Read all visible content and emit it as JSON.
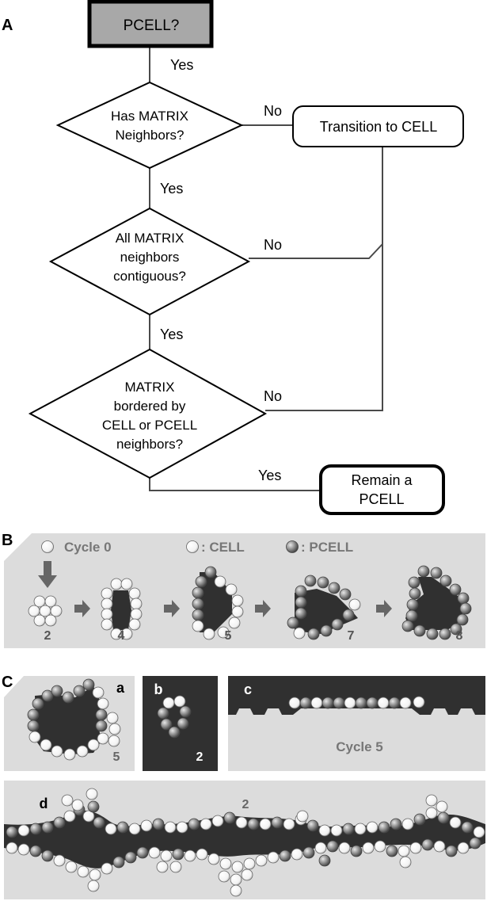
{
  "panel_labels": {
    "A": "A",
    "B": "B",
    "C": "C",
    "a": "a",
    "b": "b",
    "c": "c",
    "d": "d"
  },
  "flowchart": {
    "start": "PCELL?",
    "q1": [
      "Has MATRIX",
      "Neighbors?"
    ],
    "q2": [
      "All MATRIX",
      "neighbors",
      "contiguous?"
    ],
    "q3": [
      "MATRIX",
      "bordered by",
      "CELL or PCELL",
      "neighbors?"
    ],
    "transition": "Transition to CELL",
    "remain": [
      "Remain a",
      "PCELL"
    ],
    "yes": "Yes",
    "no": "No"
  },
  "panel_b": {
    "cycle_label": "Cycle 0",
    "legend_cell": ": CELL",
    "legend_pcell": ": PCELL",
    "stage_numbers": [
      "2",
      "4",
      "5",
      "7",
      "8"
    ]
  },
  "panel_c": {
    "a_number": "5",
    "b_number": "2",
    "c_caption": "Cycle 5",
    "d_number": "2"
  },
  "colors": {
    "matrix": "#303030",
    "cell": "#ffffff",
    "pcell": "#8a8a8a",
    "panel_bg": "#dcdcdc",
    "start_box": "#a8a8a8"
  }
}
